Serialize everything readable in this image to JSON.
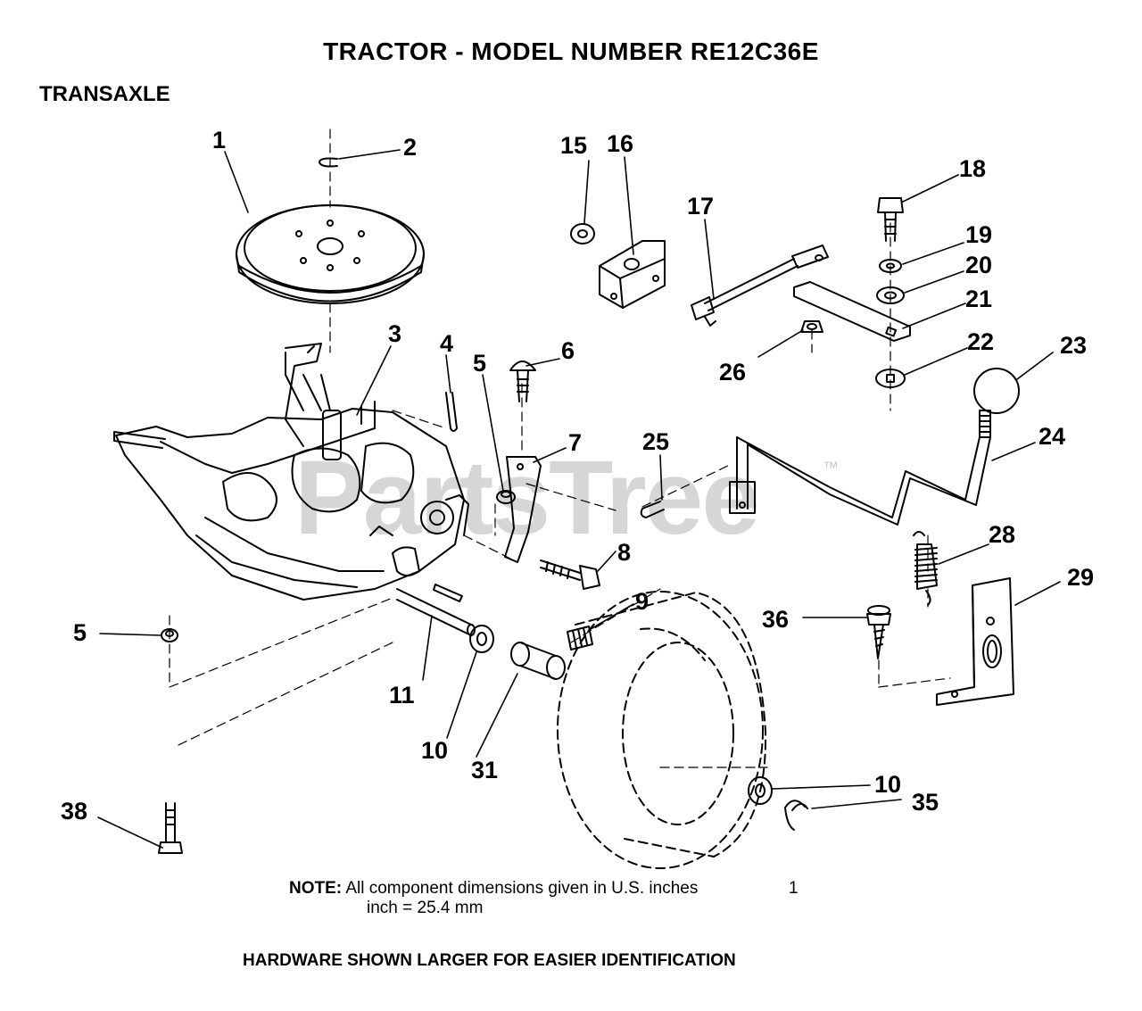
{
  "header": {
    "title": "TRACTOR   - MODEL NUMBER RE12C36E",
    "section": "TRANSAXLE"
  },
  "watermark": {
    "text": "PartsTree",
    "trademark": "™"
  },
  "callouts": [
    {
      "id": "c1",
      "label": "1"
    },
    {
      "id": "c2",
      "label": "2"
    },
    {
      "id": "c3",
      "label": "3"
    },
    {
      "id": "c4",
      "label": "4"
    },
    {
      "id": "c5a",
      "label": "5"
    },
    {
      "id": "c5b",
      "label": "5"
    },
    {
      "id": "c6",
      "label": "6"
    },
    {
      "id": "c7",
      "label": "7"
    },
    {
      "id": "c8",
      "label": "8"
    },
    {
      "id": "c9",
      "label": "9"
    },
    {
      "id": "c10a",
      "label": "10"
    },
    {
      "id": "c10b",
      "label": "10"
    },
    {
      "id": "c11",
      "label": "11"
    },
    {
      "id": "c15",
      "label": "15"
    },
    {
      "id": "c16",
      "label": "16"
    },
    {
      "id": "c17",
      "label": "17"
    },
    {
      "id": "c18",
      "label": "18"
    },
    {
      "id": "c19",
      "label": "19"
    },
    {
      "id": "c20",
      "label": "20"
    },
    {
      "id": "c21",
      "label": "21"
    },
    {
      "id": "c22",
      "label": "22"
    },
    {
      "id": "c23",
      "label": "23"
    },
    {
      "id": "c24",
      "label": "24"
    },
    {
      "id": "c25",
      "label": "25"
    },
    {
      "id": "c26",
      "label": "26"
    },
    {
      "id": "c28",
      "label": "28"
    },
    {
      "id": "c29",
      "label": "29"
    },
    {
      "id": "c31",
      "label": "31"
    },
    {
      "id": "c35",
      "label": "35"
    },
    {
      "id": "c36",
      "label": "36"
    },
    {
      "id": "c38",
      "label": "38"
    }
  ],
  "note": {
    "prefix": "NOTE:",
    "line1": "All component dimensions given in U.S. inches",
    "page_number": "1",
    "line2": "inch = 25.4 mm"
  },
  "footer": "HARDWARE SHOWN LARGER FOR EASIER IDENTIFICATION"
}
